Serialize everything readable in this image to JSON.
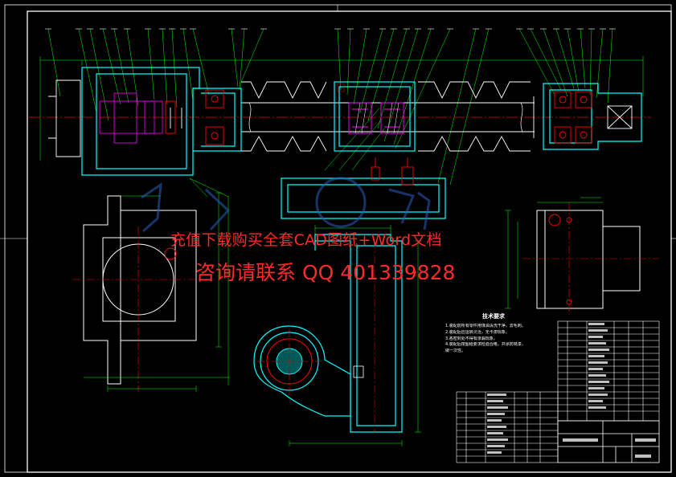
{
  "drawing": {
    "background_color": "#000000",
    "outline_color": "#00ffff",
    "part_color": "#ffffff",
    "centerline_color": "#ff0000",
    "dimension_color": "#00ff00",
    "leader_color": "#00ff00"
  },
  "watermark": {
    "line1": "充值下载购买全套CAD图纸+Word文档",
    "line2": "咨询请联系  QQ 401339828",
    "color": "#ff2a2a"
  },
  "technical_requirements": {
    "title": "技术要求",
    "items": [
      "1.装配前所有零件用煤油清洗干净，去毛刺。",
      "2.装配后应运转灵活，无卡滞现象。",
      "3.各密封处不得有渗漏现象。",
      "4.装配后按图纸要求检验合格，并涂防锈漆，",
      "做一次性。"
    ]
  }
}
